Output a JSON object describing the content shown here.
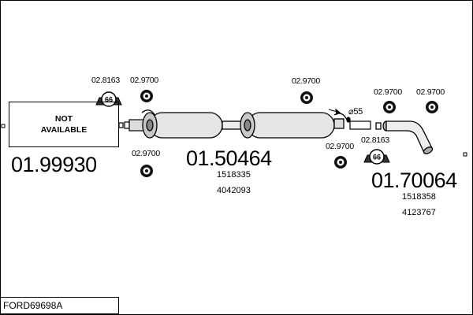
{
  "not_available": {
    "line1": "NOT",
    "line2": "AVAILABLE"
  },
  "parts": {
    "front": {
      "number": "01.99930"
    },
    "middle": {
      "number": "01.50464",
      "refs": [
        "1518335",
        "4042093"
      ]
    },
    "rear": {
      "number": "01.70064",
      "refs": [
        "1518358",
        "4123767"
      ]
    }
  },
  "hangers": {
    "h1": "02.8163",
    "h2": "02.9700",
    "h3": "02.9700",
    "h4": "02.9700",
    "h5": "02.9700",
    "h6": "02.9700",
    "h7": "02.9700",
    "h8": "02.8163"
  },
  "clamp_badge": "66",
  "pipe_diameter": "55",
  "model_code": "FORD69698A"
}
